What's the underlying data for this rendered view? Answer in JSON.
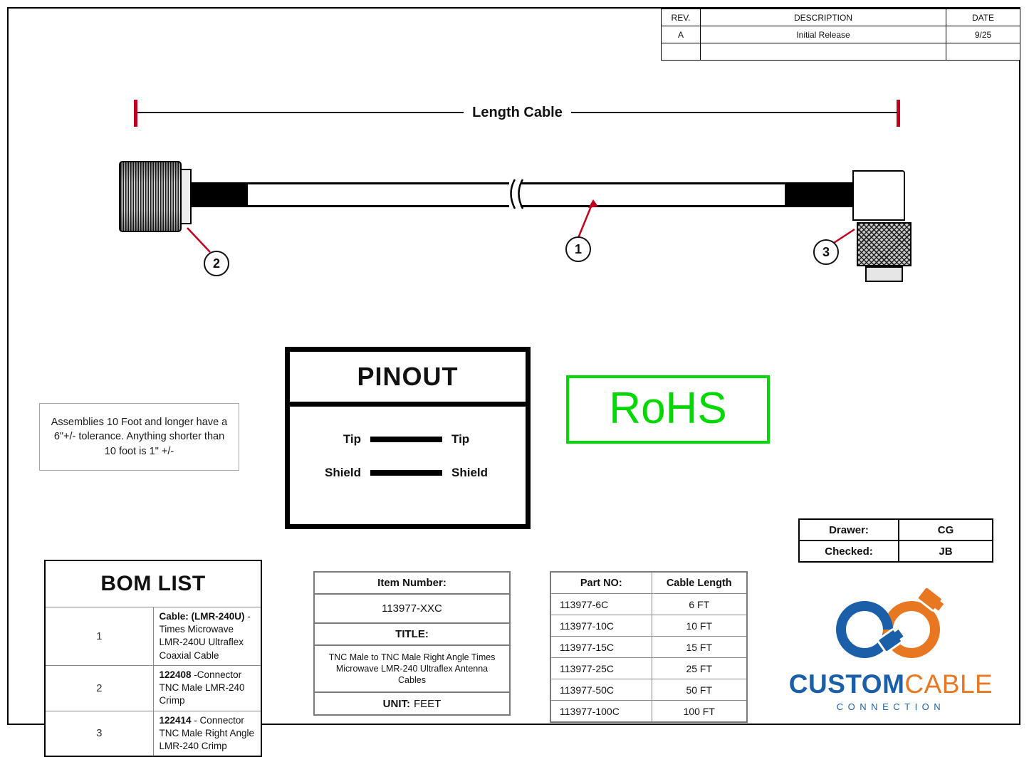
{
  "colors": {
    "accent_red": "#c00020",
    "rohs_green": "#00d800",
    "logo_blue": "#1b5fa8",
    "logo_orange": "#e87722"
  },
  "revision_table": {
    "headers": [
      "REV.",
      "DESCRIPTION",
      "DATE"
    ],
    "rows": [
      {
        "rev": "A",
        "description": "Initial Release",
        "date": "9/25"
      },
      {
        "rev": "",
        "description": "",
        "date": ""
      }
    ]
  },
  "drawing": {
    "length_label": "Length Cable",
    "callout_1": "1",
    "callout_2": "2",
    "callout_3": "3"
  },
  "pinout": {
    "title": "PINOUT",
    "rows": [
      {
        "left": "Tip",
        "right": "Tip"
      },
      {
        "left": "Shield",
        "right": "Shield"
      }
    ]
  },
  "rohs_label": "RoHS",
  "tolerance_note": "Assemblies 10 Foot and longer have a 6\"+/- tolerance. Anything shorter than 10 foot is 1\" +/-",
  "approval": {
    "rows": [
      {
        "label": "Drawer:",
        "value": "CG"
      },
      {
        "label": "Checked:",
        "value": "JB"
      }
    ]
  },
  "bom": {
    "title": "BOM LIST",
    "items": [
      {
        "num": "1",
        "bold": "Cable: (LMR-240U)",
        "rest": " - Times Microwave LMR-240U Ultraflex Coaxial Cable"
      },
      {
        "num": "2",
        "bold": "122408",
        "rest": " -Connector TNC Male LMR-240 Crimp"
      },
      {
        "num": "3",
        "bold": "122414",
        "rest": " - Connector TNC Male Right Angle LMR-240 Crimp"
      }
    ]
  },
  "item_info": {
    "item_number_label": "Item Number:",
    "item_number": "113977-XXC",
    "title_label": "TITLE:",
    "title": "TNC Male to TNC Male Right Angle Times Microwave LMR-240 Ultraflex Antenna Cables",
    "unit_label": "UNIT:",
    "unit_value": "FEET"
  },
  "part_table": {
    "headers": [
      "Part NO:",
      "Cable Length"
    ],
    "rows": [
      {
        "part": "113977-6C",
        "length": "6 FT"
      },
      {
        "part": "113977-10C",
        "length": "10 FT"
      },
      {
        "part": "113977-15C",
        "length": "15 FT"
      },
      {
        "part": "113977-25C",
        "length": "25 FT"
      },
      {
        "part": "113977-50C",
        "length": "50 FT"
      },
      {
        "part": "113977-100C",
        "length": "100 FT"
      }
    ]
  },
  "logo": {
    "custom": "CUSTOM",
    "cable": "CABLE",
    "connection": "CONNECTION"
  }
}
